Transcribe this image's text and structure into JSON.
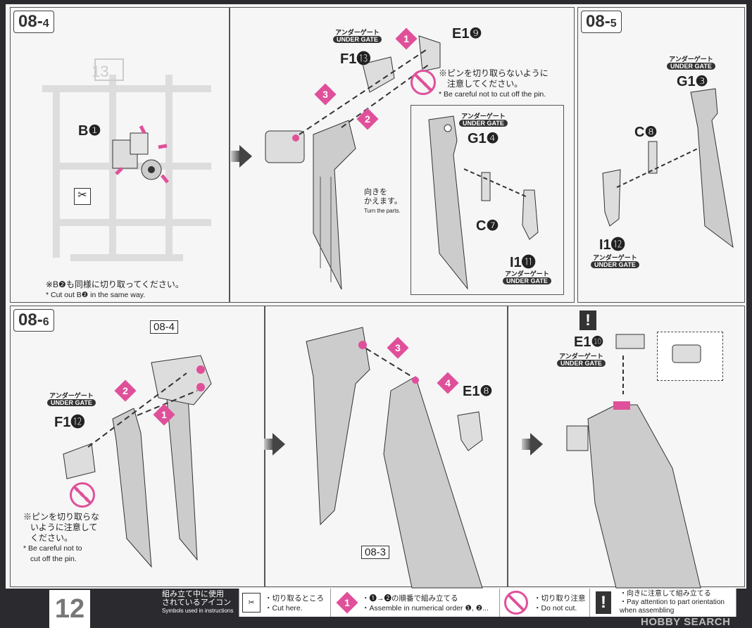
{
  "page_number": "12",
  "accent_color": "#e0509a",
  "under_gate": {
    "jp": "アンダーゲート",
    "en": "UNDER GATE"
  },
  "step_08_4": {
    "tag": "08-",
    "tag_num": "4",
    "runner_label": "13",
    "part_b": "B❶",
    "note_jp": "※B❷も同様に切り取ってください。",
    "note_en": "* Cut out  B❷ in the same way.",
    "parts": {
      "e1": "E1❾",
      "f1": "F1⓭",
      "g1": "G1❹",
      "c": "C❼",
      "i1": "I1⓫"
    },
    "pin_note_jp1": "※ピンを切り取らないように",
    "pin_note_jp2": "注意してください。",
    "pin_note_en": "* Be careful not to cut off the pin.",
    "turn_jp1": "向きを",
    "turn_jp2": "かえます。",
    "turn_en": "Turn the parts.",
    "steps": [
      "1",
      "2",
      "3"
    ]
  },
  "step_08_5": {
    "tag": "08-",
    "tag_num": "5",
    "parts": {
      "g1": "G1❸",
      "c": "C❽",
      "i1": "I1⓬"
    }
  },
  "step_08_6": {
    "tag": "08-",
    "tag_num": "6",
    "ref_08_4": "08-4",
    "ref_08_3": "08-3",
    "parts": {
      "f1": "F1⓬",
      "e1_8": "E1❽",
      "e1_10": "E1❿"
    },
    "pin_note_jp1": "※ピンを切り取らな",
    "pin_note_jp2": "いように注意して",
    "pin_note_jp3": "ください。",
    "pin_note_en1": "* Be careful not to",
    "pin_note_en2": "cut off the pin.",
    "steps": [
      "1",
      "2",
      "3",
      "4"
    ],
    "caution": "!"
  },
  "legend": {
    "title_jp1": "組み立て中に使用",
    "title_jp2": "されているアイコン",
    "title_en": "Symbols used in instructions",
    "items": [
      {
        "icon": "nipper-icon",
        "jp": "・切り取るところ",
        "en": "・Cut here."
      },
      {
        "icon": "numbered-diamond-icon",
        "symbol": "1",
        "jp": "・❶→❷の順番で組み立てる",
        "en": "・Assemble in numerical order ❶, ❷..."
      },
      {
        "icon": "no-cut-icon",
        "jp": "・切り取り注意",
        "en": "・Do not cut."
      },
      {
        "icon": "exclamation-icon",
        "symbol": "!",
        "jp": "・向きに注意して組み立てる",
        "en": "・Pay attention to part orientation when assembling"
      }
    ]
  },
  "watermark": "HOBBY SEARCH"
}
